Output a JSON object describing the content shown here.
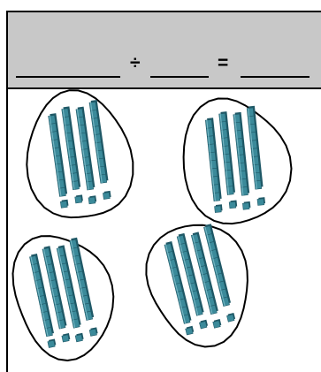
{
  "equation": {
    "divide_sign": "÷",
    "equals_sign": "=",
    "dividend_blank": "",
    "divisor_blank": "",
    "quotient_blank": ""
  },
  "groups": [
    {
      "rods": 4,
      "units": 4
    },
    {
      "rods": 4,
      "units": 4
    },
    {
      "rods": 4,
      "units": 4
    },
    {
      "rods": 4,
      "units": 4
    }
  ],
  "colors": {
    "header_bg": "#c8c8c8",
    "block_fill": "#3b8a9a",
    "block_dark": "#1f5866",
    "block_light": "#7ab9c6"
  }
}
